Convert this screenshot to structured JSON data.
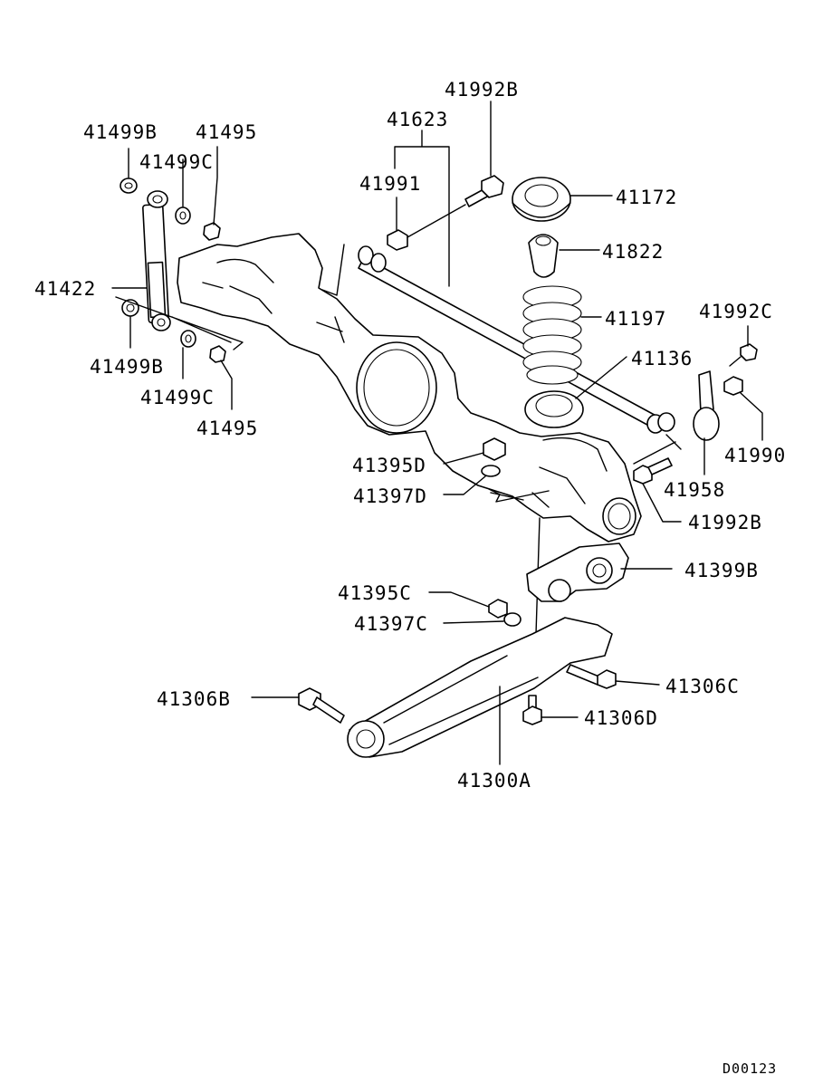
{
  "labels": {
    "l41992B_top": "41992B",
    "l41623": "41623",
    "l41499B_top": "41499B",
    "l41495_top": "41495",
    "l41499C_top": "41499C",
    "l41991": "41991",
    "l41172": "41172",
    "l41822": "41822",
    "l41422": "41422",
    "l41197": "41197",
    "l41992C": "41992C",
    "l41136": "41136",
    "l41499B_bot": "41499B",
    "l41499C_bot": "41499C",
    "l41495_bot": "41495",
    "l41990": "41990",
    "l41395D": "41395D",
    "l41958": "41958",
    "l41397D": "41397D",
    "l41992B_bot": "41992B",
    "l41399B": "41399B",
    "l41395C": "41395C",
    "l41397C": "41397C",
    "l41306C": "41306C",
    "l41306B": "41306B",
    "l41306D": "41306D",
    "l41300A": "41300A"
  },
  "diagram_code": "D00123"
}
